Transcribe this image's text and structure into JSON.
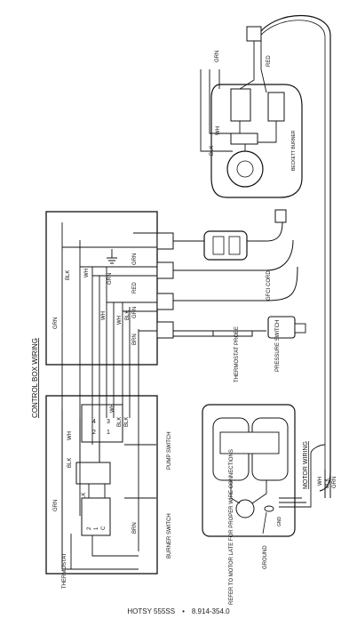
{
  "titles": {
    "control_box": "CONTROL BOX WIRING",
    "motor": "MOTOR WIRING"
  },
  "components": {
    "gfci_cord": "GFCI CORD",
    "thermostat_probe": "THERMOSTAT PROBE",
    "pressure_switch": "PRESSURE SWITCH",
    "pump_switch": "PUMP SWITCH",
    "burner_switch": "BURNER SWITCH",
    "thermostat": "THERMOSTAT",
    "beckett_burner": "BECKETT BURNER",
    "refer_note": "REFER TO MOTOR LATE FOR PROPER WIRE CONNECTIONS",
    "ground": "GROUND",
    "motor_gnd": "GND"
  },
  "wire_labels": {
    "grn": "GRN",
    "wh": "WH",
    "blk": "BLK",
    "red": "RED",
    "brn": "BRN"
  },
  "terminals": {
    "t2": "2",
    "t4": "4",
    "t1": "1",
    "t3": "3",
    "c": "C"
  },
  "footer": {
    "model": "HOTSY 555SS",
    "separator": "•",
    "part_number": "8.914-354.0"
  }
}
